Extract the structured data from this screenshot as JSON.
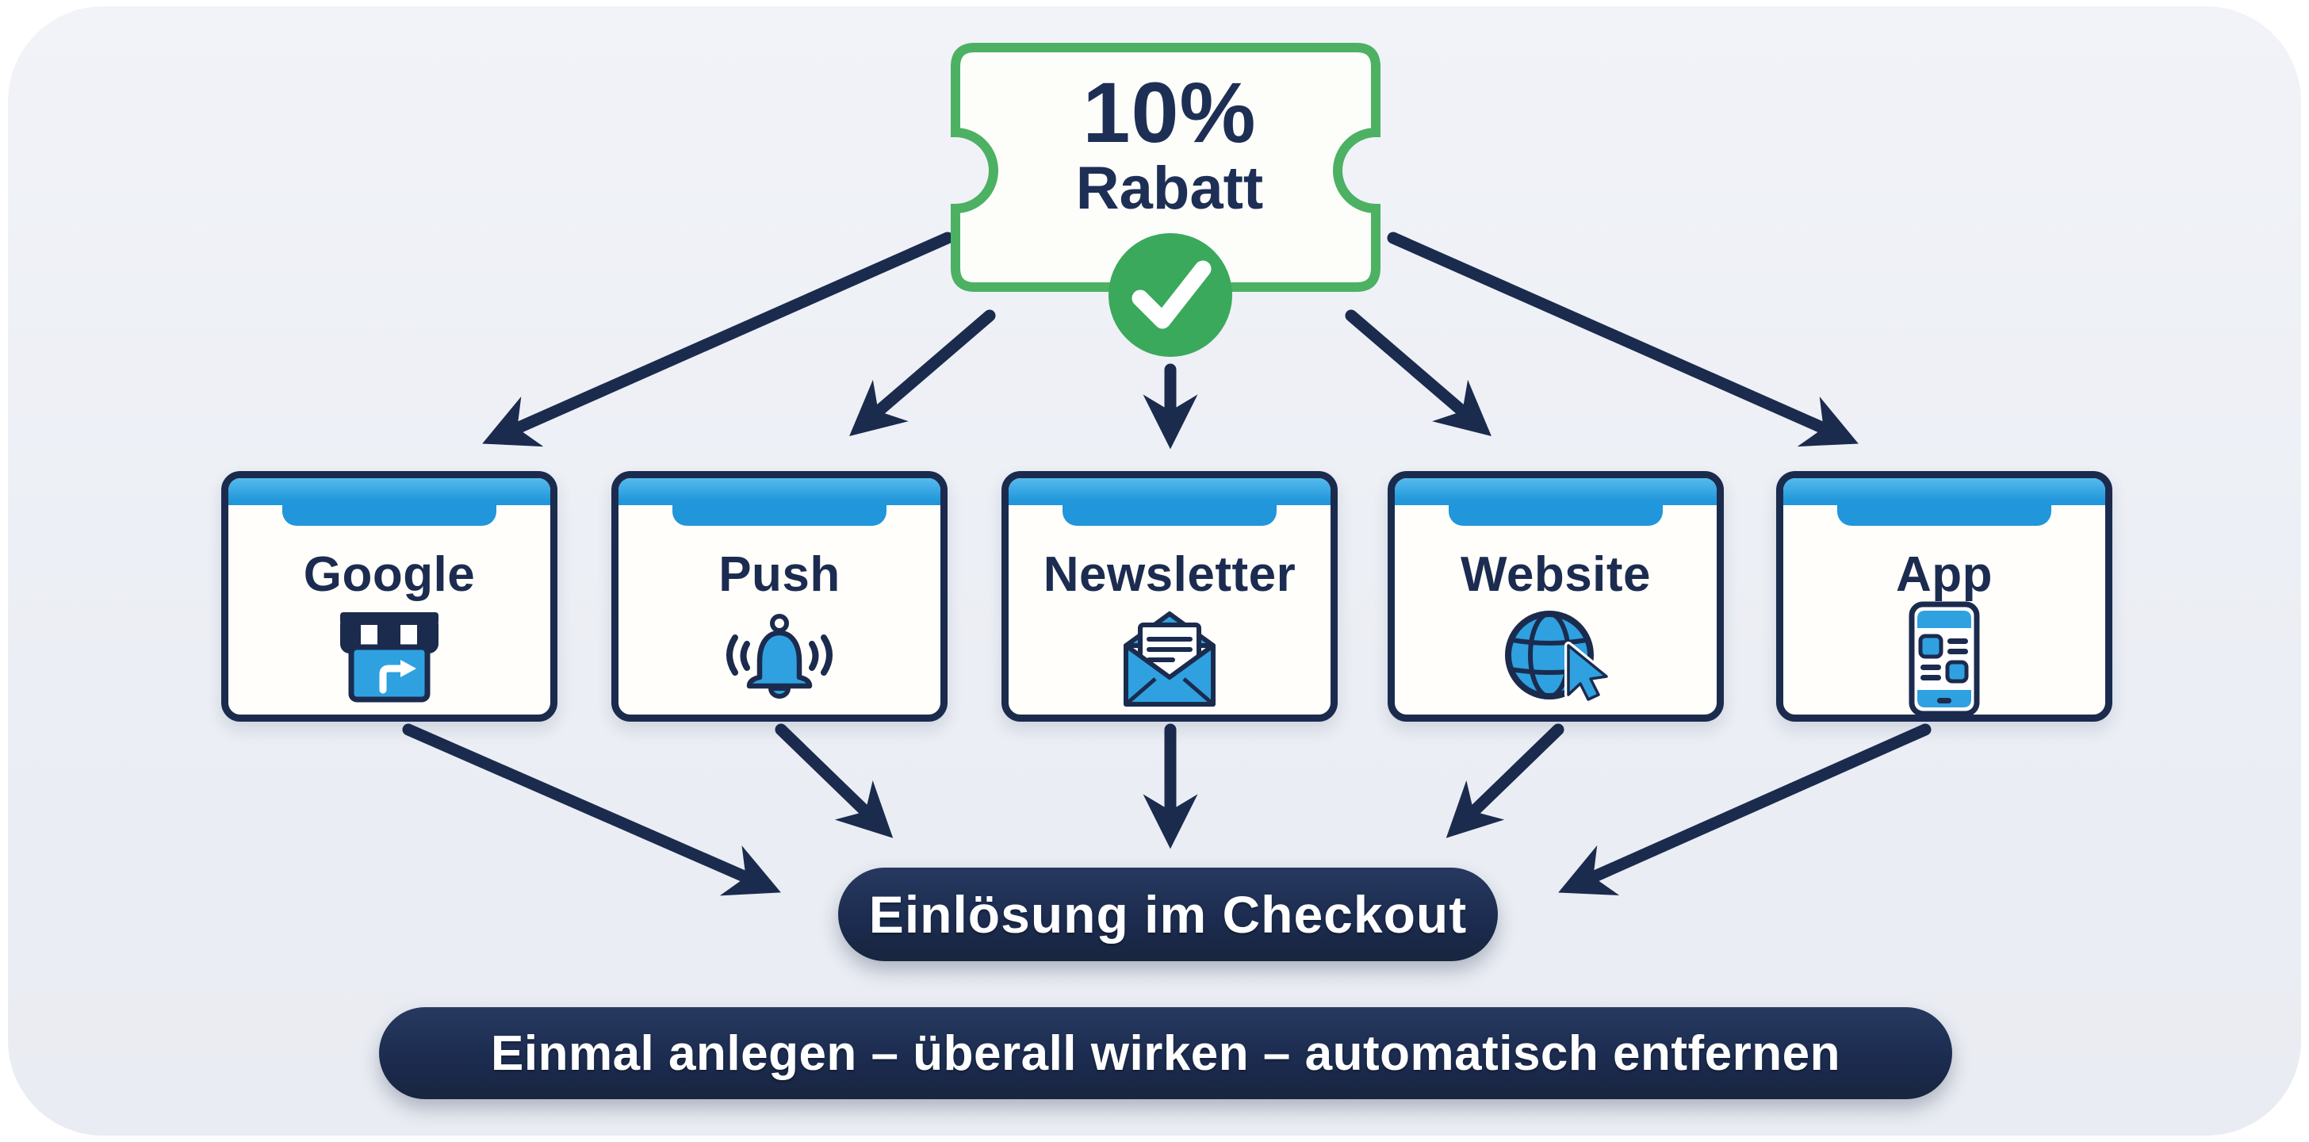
{
  "coupon": {
    "percent": "10%",
    "label": "Rabatt",
    "icon": "check-icon"
  },
  "channels": [
    {
      "label": "Google",
      "icon": "storefront-icon"
    },
    {
      "label": "Push",
      "icon": "bell-icon"
    },
    {
      "label": "Newsletter",
      "icon": "open-envelope-icon"
    },
    {
      "label": "Website",
      "icon": "globe-cursor-icon"
    },
    {
      "label": "App",
      "icon": "smartphone-icon"
    }
  ],
  "checkout": {
    "label": "Einlösung im Checkout"
  },
  "banner": {
    "label": "Einmal anlegen – überall wirken – automatisch entfernen"
  },
  "colors": {
    "navy": "#1b2b4e",
    "header_blue": "#2196da",
    "icon_blue": "#2fa1e0",
    "green_border": "#4cb163",
    "green_badge": "#3aa95c",
    "card_bg": "#ebeef4",
    "box_bg": "#fffefb",
    "pill_bg": "#1c2c50",
    "text_light": "#ffffff"
  }
}
